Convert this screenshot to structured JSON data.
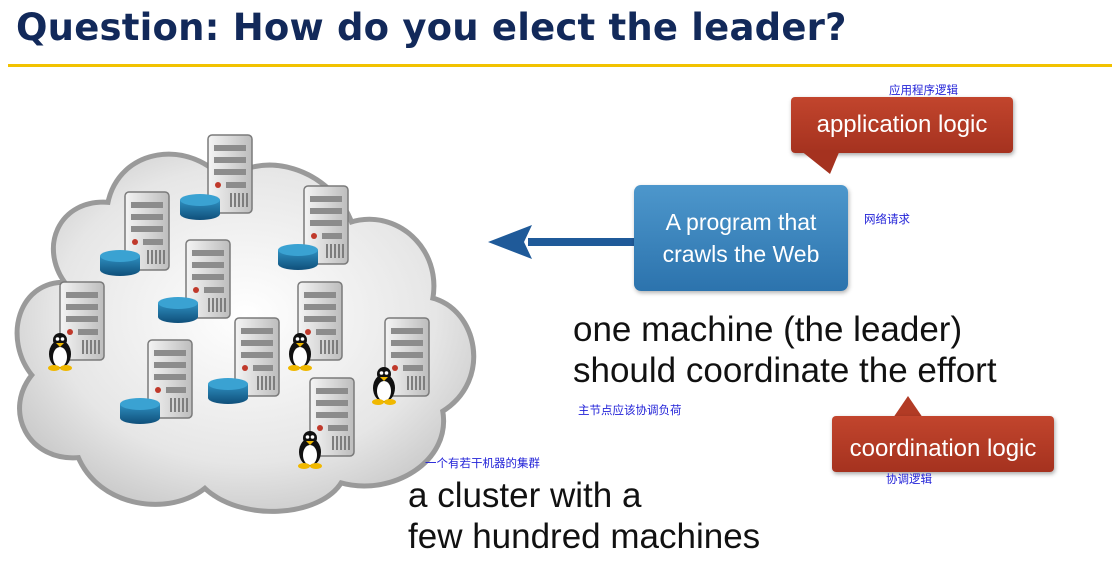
{
  "slide": {
    "title": "Question: How do you elect the leader?",
    "annotations": {
      "app_logic_cn": "应用程序逻辑",
      "web_request_cn": "网络请求",
      "leader_cn": "主节点应该协调负荷",
      "cluster_cn": "一个有若干机器的集群",
      "coord_logic_cn": "协调逻辑"
    },
    "callouts": {
      "application_logic": "application logic",
      "coordination_logic": "coordination logic"
    },
    "program_box": {
      "line1": "A program that",
      "line2": "crawls the Web"
    },
    "leader_text": {
      "line1": "one machine (the leader)",
      "line2": "should coordinate the effort"
    },
    "cluster_text": {
      "line1": "a cluster with a",
      "line2": "few hundred machines"
    }
  },
  "colors": {
    "title": "#12295a",
    "rule": "#f2c200",
    "callout_red": "#b23b25",
    "program_blue": "#3a83bd",
    "arrow_blue": "#1f5a99",
    "annotation_blue": "#2323d8"
  }
}
